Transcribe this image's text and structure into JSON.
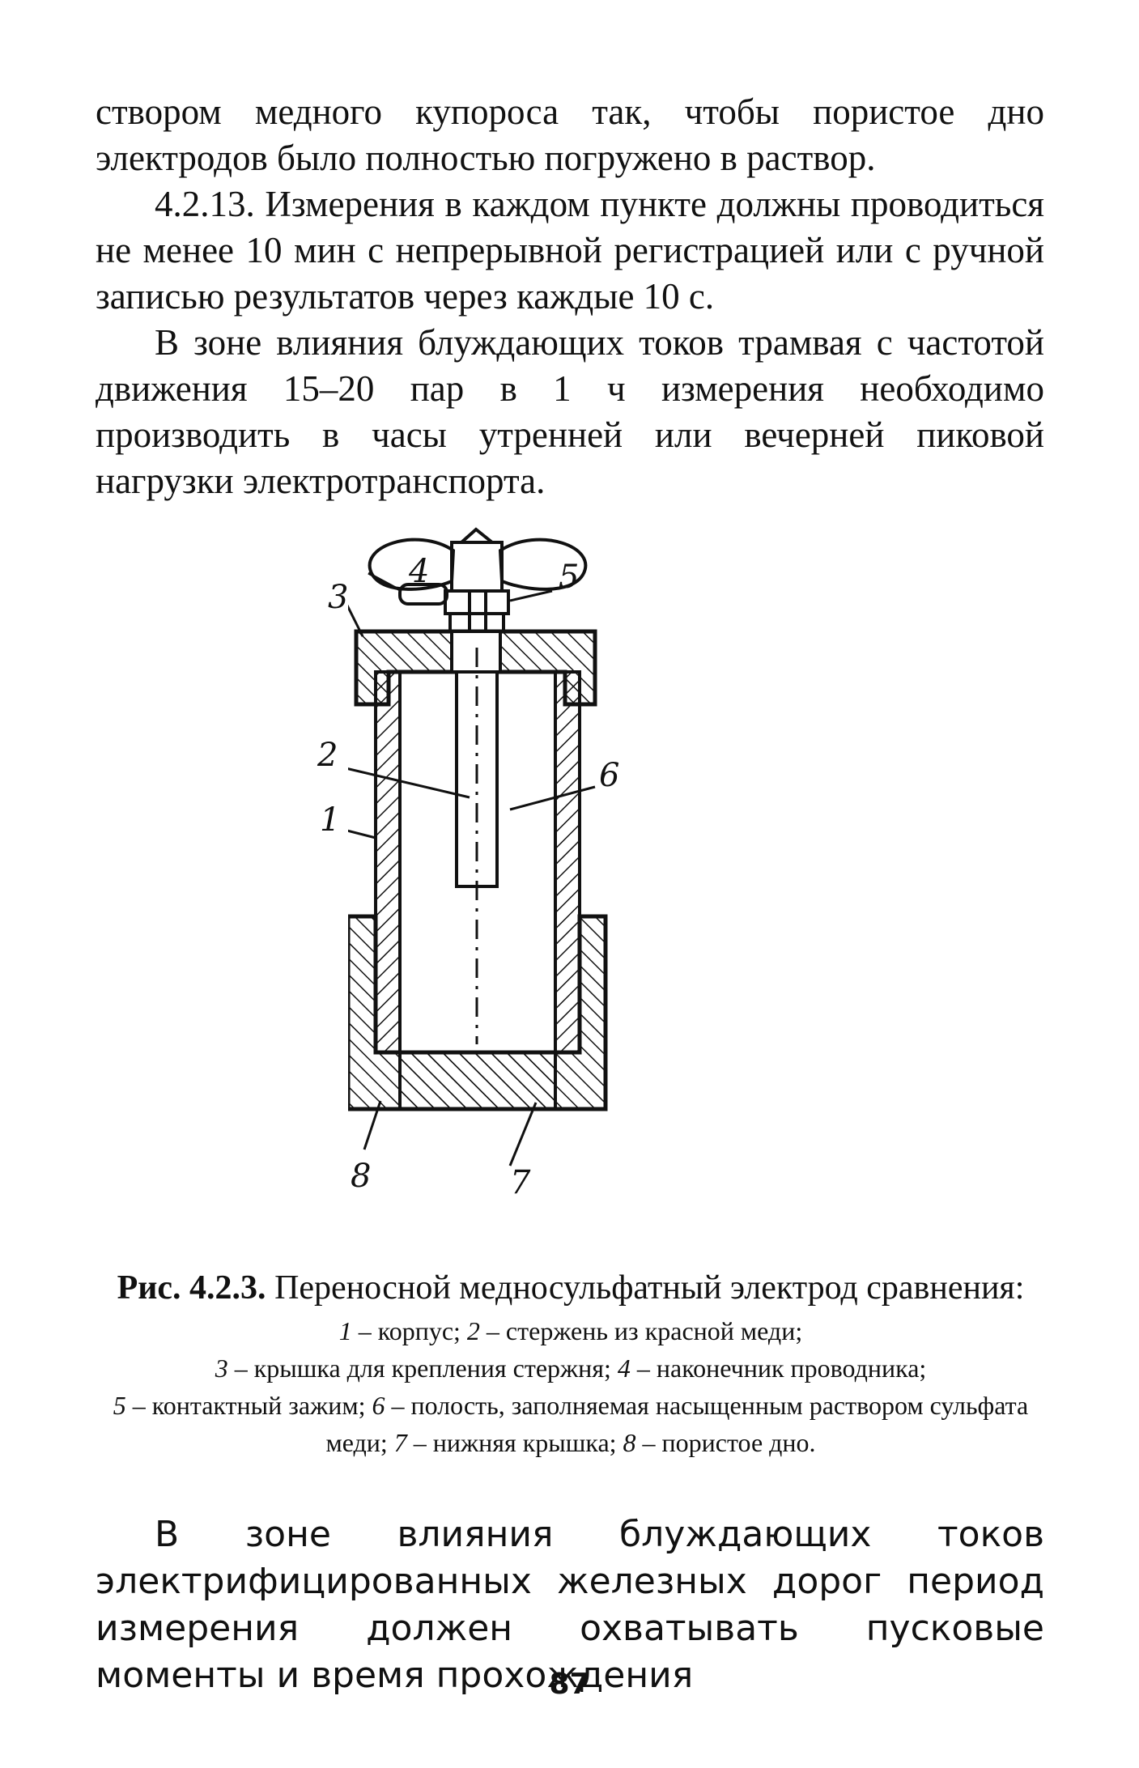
{
  "top_text": {
    "p1": "створом медного купороса так, чтобы пористое дно электродов было полностью погружено в раствор.",
    "p2": "4.2.13. Измерения в каждом пункте должны проводиться не менее 10 мин с непрерывной регистрацией или с ручной записью результатов через каждые 10 с.",
    "p3": "В зоне влияния блуждающих токов трамвая с частотой движения 15–20 пар в 1 ч измерения необходимо производить в часы утренней или вечерней пиковой нагрузки электротранспорта."
  },
  "figure": {
    "labels": {
      "l1": "1",
      "l2": "2",
      "l3": "3",
      "l4": "4",
      "l5": "5",
      "l6": "6",
      "l7": "7",
      "l8": "8"
    }
  },
  "caption": {
    "number": "Рис. 4.2.3.",
    "title": "Переносной медносульфатный электрод сравнения:",
    "legend": [
      {
        "num": "1",
        "text": "корпус;"
      },
      {
        "num": "2",
        "text": "стержень из красной меди;"
      },
      {
        "num": "3",
        "text": "крышка для крепления стержня;"
      },
      {
        "num": "4",
        "text": "наконечник проводника;"
      },
      {
        "num": "5",
        "text": "контактный зажим;"
      },
      {
        "num": "6",
        "text": "полость, заполняемая насыщенным раствором сульфата меди;"
      },
      {
        "num": "7",
        "text": "нижняя крышка;"
      },
      {
        "num": "8",
        "text": "пористое дно."
      }
    ]
  },
  "bottom_text": {
    "p1": "В зоне влияния блуждающих токов электрифицированных железных дорог период измерения должен охватывать пусковые моменты и время прохождения"
  },
  "page_number": "87"
}
